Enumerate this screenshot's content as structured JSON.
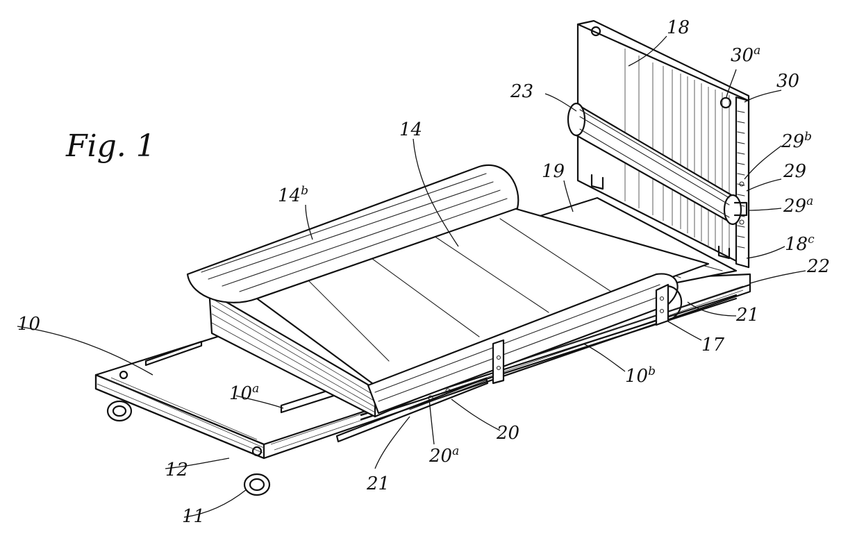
{
  "figure": {
    "title": "Fig. 1"
  },
  "labels": [
    {
      "id": "18",
      "text": "18",
      "sup": ""
    },
    {
      "id": "30a",
      "text": "30",
      "sup": "a"
    },
    {
      "id": "30",
      "text": "30",
      "sup": ""
    },
    {
      "id": "23",
      "text": "23",
      "sup": ""
    },
    {
      "id": "29b",
      "text": "29",
      "sup": "b"
    },
    {
      "id": "29",
      "text": "29",
      "sup": ""
    },
    {
      "id": "29a",
      "text": "29",
      "sup": "a"
    },
    {
      "id": "14",
      "text": "14",
      "sup": ""
    },
    {
      "id": "14b",
      "text": "14",
      "sup": "b"
    },
    {
      "id": "19",
      "text": "19",
      "sup": ""
    },
    {
      "id": "18c",
      "text": "18",
      "sup": "c"
    },
    {
      "id": "22",
      "text": "22",
      "sup": ""
    },
    {
      "id": "21r",
      "text": "21",
      "sup": ""
    },
    {
      "id": "17",
      "text": "17",
      "sup": ""
    },
    {
      "id": "10b",
      "text": "10",
      "sup": "b"
    },
    {
      "id": "10",
      "text": "10",
      "sup": ""
    },
    {
      "id": "10a",
      "text": "10",
      "sup": "a"
    },
    {
      "id": "20",
      "text": "20",
      "sup": ""
    },
    {
      "id": "20a",
      "text": "20",
      "sup": "a"
    },
    {
      "id": "21l",
      "text": "21",
      "sup": ""
    },
    {
      "id": "12",
      "text": "12",
      "sup": ""
    },
    {
      "id": "11",
      "text": "11",
      "sup": ""
    }
  ]
}
